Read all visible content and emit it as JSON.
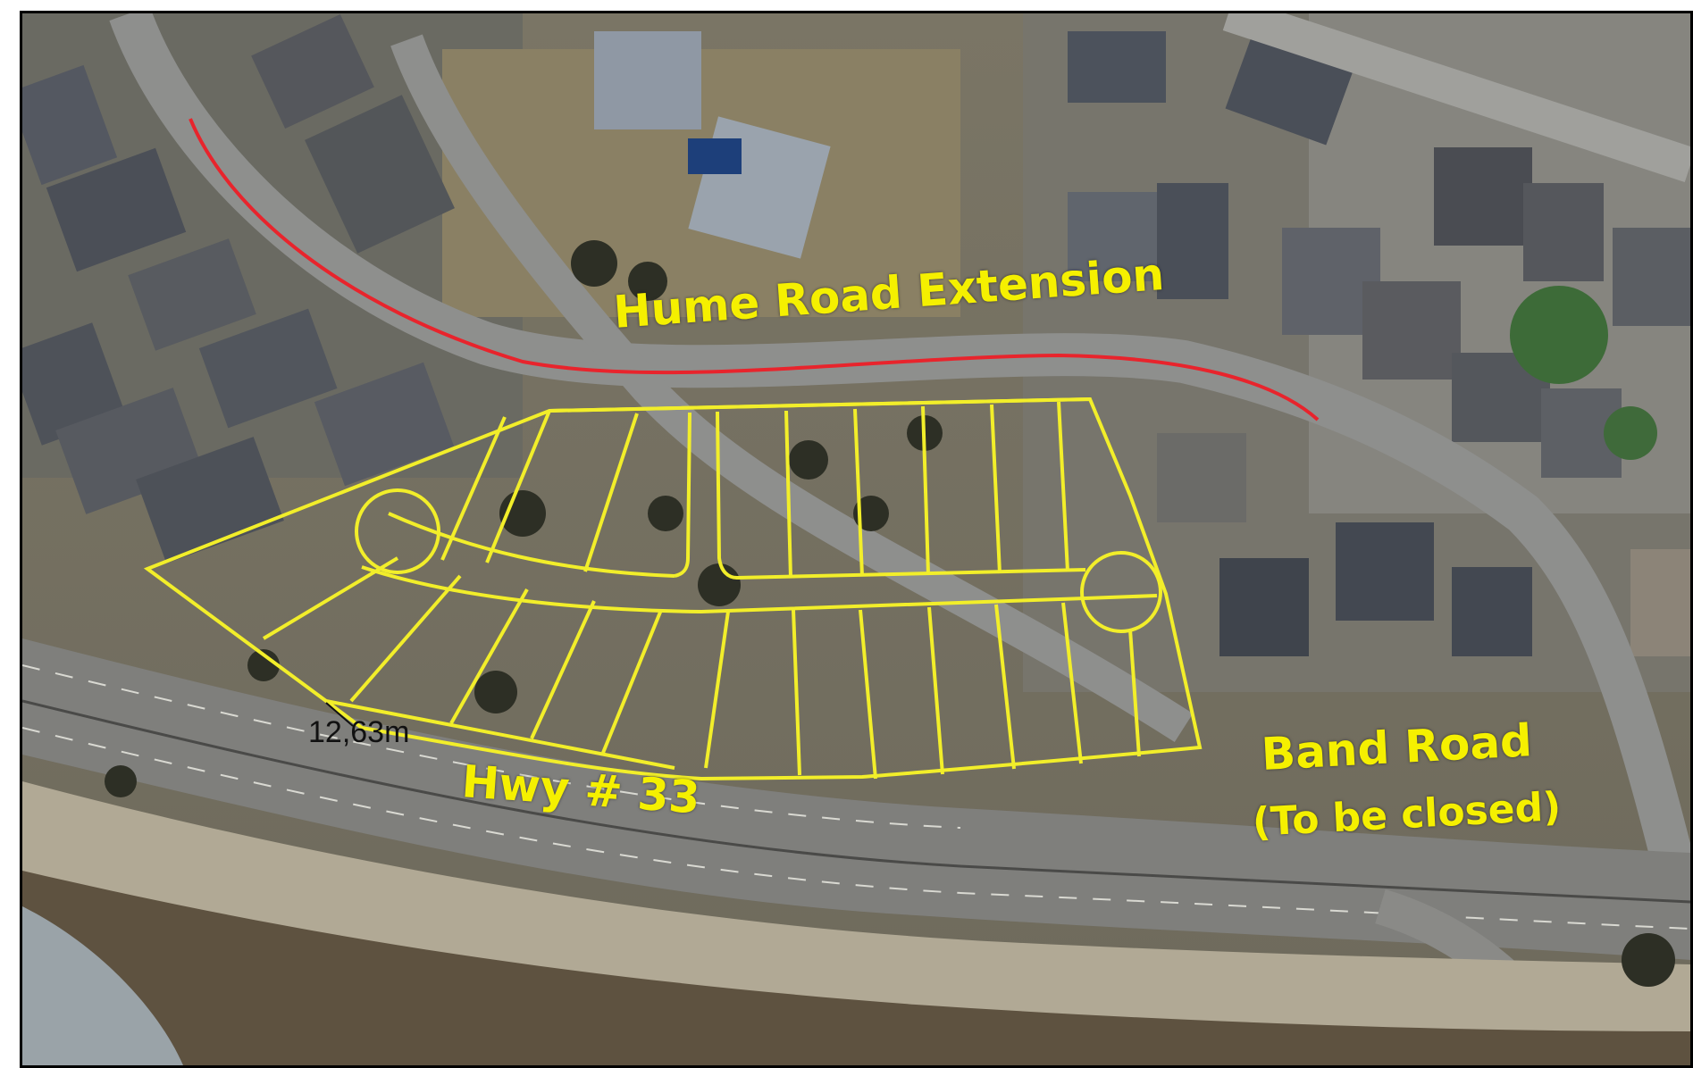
{
  "map": {
    "labels": {
      "hume_road": "Hume Road Extension",
      "hwy": "Hwy # 33",
      "band_road": "Band Road",
      "band_road_note": "(To be closed)",
      "lot_frontage": "12,63m"
    },
    "colors": {
      "lot_lines": "#f2ee2a",
      "road_proposal": "#e8242c",
      "label_text": "#f5f000"
    },
    "icons": [
      "aerial-photo",
      "subdivision-lot-lines",
      "proposed-road-line"
    ]
  }
}
